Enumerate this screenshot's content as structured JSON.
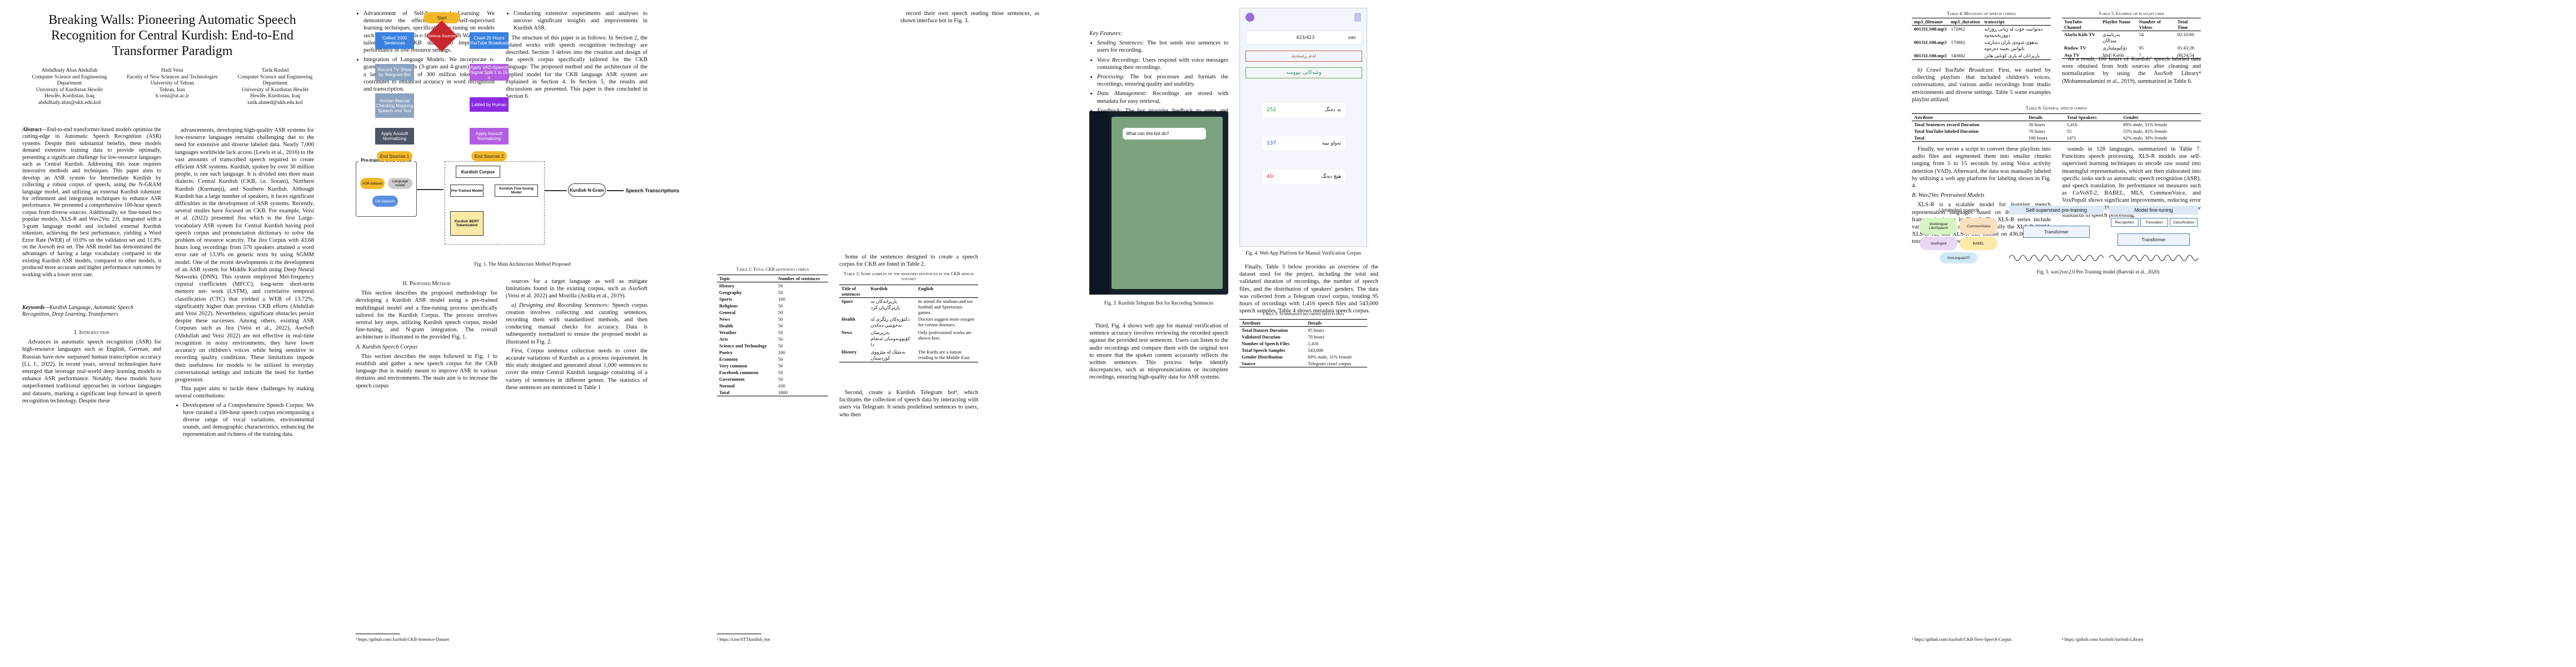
{
  "p1": {
    "title": "Breaking Walls: Pioneering Automatic Speech Recognition for Central Kurdish: End-to-End Transformer Paradigm",
    "authors": [
      {
        "name": "Abdulhady Abas Abdullah",
        "dept": "Computer Science and Engineering Department",
        "org": "University of Kurdistan Hewlêr",
        "city": "Hewlêr, Kurdistan, Iraq",
        "email": "abdulhady.abas@ukh.edu.krd"
      },
      {
        "name": "Hadi Veisi",
        "dept": "Faculty of New Sciences and Technologies",
        "org": "University of Tehran",
        "city": "Tehran, Iran",
        "email": "h.veisi@ut.ac.ir"
      },
      {
        "name": "Tarik Rashid",
        "dept": "Computer Science and Engineering Department",
        "org": "University of Kurdistan Hewlêr",
        "city": "Hewlêr, Kurdistan, Iraq",
        "email": "tarik.ahmed@ukh.edu.krd"
      }
    ],
    "abstract_label": "Abstract",
    "abstract": "—End-to-end transformer-based models optimize the cutting-edge in Automatic Speech Recognition (ASR) systems. Despite their substantial benefits, these models demand extensive training data to provide optimally, presenting a significant challenge for low-resource languages such as Central Kurdish. Addressing this issue requires innovative methods and techniques. This paper aims to develop an ASR system for Intermediate Kurdish by collecting a robust corpus of speech, using the N-GRAM language model, and utilizing an external Kurdish tokenizer for refinement and integration techniques to enhance ASR performance. We presented a comprehensive 100-hour speech corpus from diverse sources. Additionally, we fine-tuned two popular models, XLS-R and Wav2Vec 2.0, integrated with a 3-gram language model and included external Kurdish tokenizer, achieving the best performance, yielding a Word Error Rate (WER) of 10.0% on the validation set and 11.8% on the Asosoft test set. The ASR model has demonstrated the advantages of having a large vocabulary compared to the existing Kurdish ASR models, compared to other models, it produced more accurate and higher performance outcomes by working with a lower error rate.",
    "kw_label": "Keywords",
    "keywords": "—Kurdish Language, Automatic Speech Recognition, Deep Learning, Transformers",
    "intro_head": "I.   Introduction",
    "intro": "Advances in automatic speech recognition (ASR) for high-resource languages such as English, German, and Russian have now surpassed human transcription accuracy (Li, J., 2022). In recent years, several technologies have emerged that leverage real-world deep learning models to enhance ASR performance. Notably, these models have outperformed traditional approaches in various languages and datasets, marking a significant leap forward in speech recognition technology. Despite these",
    "col2_p1": "advancements, developing high-quality ASR systems for low-resource languages remains challenging due to the need for extensive and diverse labeled data. Nearly 7,000 languages worldwide lack access (Lewis et al., 2016) to the vast amounts of transcribed speech required to create efficient ASR systems. Kurdish, spoken by over 30 million people, is one such language. It is divided into three main dialects: Central Kurdish (CKB, i.e. Sorani), Northern Kurdish (Kurmanji), and Southern Kurdish. Although Kurdish has a large number of speakers, it faces significant difficulties in the development of ASR systems. Recently, several studies have focused on CKB. For example, Veisi et al. (2022) presented Jira which is the first Large-vocabulary ASR system for Central Kurdish having pool speech corpus and pronunciation dictionary to solve the problem of resource scarcity. The Jira Corpus with 43.68 hours long recordings from 576 speakers attained a word error rate of 13.9% on generic texts by using SGMM model. One of the recent developments is the development of an ASR system for Middle Kurdish using Deep Neural Networks (DNN). This system employed Mel-frequency cepstral coefficients (MFCC), long-term short-term memory net- work (LSTM), and correlative temporal classification (CTC) that yielded a WER of 13.72%, significantly higher than previous CKB efforts (Abdullah and Veisi 2022). Nevertheless, significant obstacles persist despite these successes. Among others, existing ASR Corpuses such as Jira (Veisi et al., 2022), AsoSoft (Abdullah and Veisi 2022) are not effective in real-time recognition in noisy environments; they have lower accuracy on children's voices while being sensitive to recording quality conditions. These limitations impede their usefulness for models to be utilized in everyday conversational settings and indicate the need for further progression.",
    "col2_p2": "This paper aims to tackle these challenges by making several contributions:",
    "col2_b1": "Development of a Comprehensive Speech Corpus: We have curated a 100-hour speech corpus encompassing a diverse range of vocal variations, environmental sounds, and demographic characteristics, enhancing the representation and richness of the training data."
  },
  "p2": {
    "b2": "Advancement of Self-Supervised Learning: We demonstrate the effectiveness of self-supervised learning techniques, specifically fine-tuning on models such as xls-r-300m, xls-r-1b, and xls-r-2b Wav2vec 2.0, tailored to the CKB dialect to improve ASR performance in low-resource settings.",
    "b3": "Integration of Language Models: We incorporate n-gram language models (3-gram and 4-gram) trained on a large text corpus of 300 million tokens, which contributes to enhanced accuracy in word recognition and transcription.",
    "b4": "Conducting extensive experiments and analyses to uncover significant insights and improvements in Kurdish ASR.",
    "structure": "The structure of this paper is as follows: In Section 2, the related works with speech recognition technology are described. Section 3 delves into the creation and design of the speech corpus specifically tailored for the CKB language. The proposed method and the architecture of the applied model for the CKB language ASR system are explained in Section 4. In Section 5, the results and discussions are presented. This paper is then concluded in Section 6.",
    "fig1_cap": "Fig. 1.  The Main Architecture Method Proposed",
    "fig1": {
      "sources": "Pre-trained Data Source",
      "src_a": "ASR dataset",
      "src_b": "Language model",
      "src_c": "LM datasets",
      "corpus": "Kurdish Corpus",
      "pre": "Pre-Trained Model",
      "tok": "Kurdish BERT Tokenization",
      "fine": "Kurdish Fine-tuning Model",
      "ngram": "Kurdish N-Gram",
      "out": "Speech Transcriptions"
    },
    "fig2_cap": "Fig. 2. Workflow for Speech Corpus Development and Normalization",
    "fig2": {
      "start": "Start",
      "various": "Various Sources",
      "collect": "Collect 1000 Sentences",
      "record": "Record TV Show by Telegram Bot",
      "human": "Human Manual Checking Mapping Speech and Text",
      "apply1": "Apply Asosoft Normalizing",
      "end1": "End Sources 1",
      "crawl": "Crawl 20 Hours YouTube Broadcast",
      "vad": "Apply VAD-Speech Signal Split 1 to 15 s",
      "label": "Labled by Human",
      "apply2": "Apply Asosoft Normalizing",
      "end2": "End Sources 2"
    },
    "method_head": "II.   Proposed Method",
    "method": "This section describes the proposed methodology for developing a Kurdish ASR model using a pre-trained multilingual model and a fine-tuning process specifically tailored for the Kurdish Corpus. The process involves several key steps, utilizing Kurdish speech corpus, model fine-tuning, and N-gram integration. The overall architecture is illustrated in the provided Fig. 1.",
    "subA": "A.  Kurdish Speech Corpus",
    "corpus": "This section describes the steps followed in Fig. 1 to establish and gather a new speech corpus for the CKB language that is mainly meant to improve ASR in various domains and environments. The main aim is to increase the speech corpus",
    "col3": "sources for a target language as well as mitigate limitations found in the existing corpus, such as AsoSoft (Veisi et al. 2022) and Mozilla (Ardila et al., 2019).",
    "subA1": "a)  Designing and Recording Sentences:",
    "design": "Speech corpus creation involves collecting and curating sentences, recording them with standardized methods, and then conducting manual checks for accuracy. Data is subsequently normalized to ensure the proposed model as illustrated in Fig. 2.",
    "first": "First, Corpus sentence collection needs to cover the accurate variations of Kurdish as a process requirement. In this study designed and generated about 1,000 sentences to cover the entire Central Kurdish language consisting of a variety of sentences in different genres. The statistics of these sentences are mentioned in Table 1",
    "foot1": "¹ https://github.com/AsoSoft/CKB-Sentence-Dataset",
    "t1_cap": "Table 1: Total CKB sentences corpus",
    "t1_head": [
      "Topic",
      "Number of sentences"
    ],
    "t1_rows": [
      [
        "History",
        "50"
      ],
      [
        "Geography",
        "50"
      ],
      [
        "Sports",
        "100"
      ],
      [
        "Religious",
        "50"
      ],
      [
        "General",
        "50"
      ],
      [
        "News",
        "50"
      ],
      [
        "Health",
        "50"
      ],
      [
        "Weather",
        "50"
      ],
      [
        "Arts",
        "50"
      ],
      [
        "Science and Technology",
        "50"
      ],
      [
        "Poetry",
        "100"
      ],
      [
        "Economy",
        "50"
      ],
      [
        "Very common",
        "50"
      ],
      [
        "Facebook comment",
        "50"
      ],
      [
        "Government",
        "50"
      ],
      [
        "Normal",
        "100"
      ]
    ],
    "t1_total": [
      "Total",
      "1000"
    ],
    "t2_intro": "Some of the sentences designed to create a speech corpus for CKB are listed in Table 2.",
    "t2_cap": "Table 2: Some samples of the designed sentences in the CKB speech dataset",
    "t2_head": [
      "Title of sentences",
      "Kurdish",
      "English"
    ],
    "t2_rows": [
      [
        "Sport",
        "یاریزانەکان بە پارێزگاریان کرد",
        "In attend the stadium and see football and Sportsman games."
      ],
      [
        "Health",
        "دکتۆرەکان رێگری لە نەخۆشی دەکەن",
        "Doctors suggest more oxygen for corona diseases."
      ],
      [
        "News",
        "بەرپرسان کۆبوونەوەیان ئەنجام دا",
        "Only professional works are shown here."
      ],
      [
        "History",
        "بەشێک لە مێژووی کوردستان",
        "The Kurds are a nation residing in the Middle East."
      ]
    ],
    "second": "Second, create a Kurdish Telegram bot², which facilitates the collection of speech data by interacting with users via Telegram. It sends predefined sentences to users, who then",
    "foot2": "² https://t.me/STTkurdish_bot"
  },
  "p3": {
    "top": "record their own speech reading those sentences, as shown interface bot in Fig. 3.",
    "kf_head": "Key Features:",
    "kf": [
      {
        "label": "Sending Sentences:",
        "text": " The bot sends text sentences to users for recording."
      },
      {
        "label": "Voice Recordings:",
        "text": " Users respond with voice messages containing their recordings."
      },
      {
        "label": "Processing:",
        "text": " The bot processes and formats the recordings, ensuring quality and usability."
      },
      {
        "label": "Data Management:",
        "text": " Recordings are stored with metadata for easy retrieval."
      },
      {
        "label": "Feedback:",
        "text": " The bot provides feedback to users and sends reminders to encourage completion."
      }
    ],
    "fig3_cap": "Fig. 3. Kurdish Telegram Bot for Recording Sentences",
    "tg_msg": "What can this bot do?",
    "third": "Third, Fig. 4 shows web app for manual verification of sentence accuracy involves reviewing the recorded speech against the provided text sentences. Users can listen to the audio recordings and compare them with the original text to ensure that the spoken content accurately reflects the written sentences. This process helps identify discrepancies, such as mispronunciations or incomplete recordings, ensuring high-quality data for ASR systems.",
    "fig4_cap": "Fig. 4. Web App Platform for Manual Verification Corpus",
    "web": {
      "counter": "423/423",
      "pager": "van",
      "word1": "ئەم ڕستەیە",
      "word2": "وشەکانی بنووسە",
      "s1n": "252",
      "s1l": "بە دەنگ",
      "s2n": "137",
      "s2l": "تەواو نییە",
      "s3n": "40",
      "s3l": "هیچ دەنگ"
    },
    "finally3": "Finally, Table 3 below provides an overview of the dataset used for the project, including the total and validated duration of recordings, the number of speech files, and the distribution of speakers' genders. The data was collected from a Telegram crawl corpus, totaling 95 hours of recordings with 1,416 speech files and 543,000 speech samples. Table 4 shows metadata speech corpus.",
    "t3_cap": "Table 3: Summerised recorded speech data",
    "t3_head": [
      "Attribute",
      "Details"
    ],
    "t3_rows": [
      [
        "Total Dataset Duration",
        "95 hours"
      ],
      [
        "Validated Duration",
        "70 hours"
      ],
      [
        "Number of Speech Files",
        "1,416"
      ],
      [
        "Total Speech Samples",
        "543,000"
      ],
      [
        "Gender Distribution",
        "69% male, 31% female"
      ],
      [
        "Source",
        "Telegram crawl corpus"
      ]
    ]
  },
  "p4": {
    "t4_cap": "Table 4: Metadata of speech corpus",
    "t4_head": [
      "mp3_filename",
      "mp3_duration",
      "transcript"
    ],
    "t4_rows": [
      [
        "00131LS00.mp3",
        "172862",
        "دەتوانیت خۆت لە ژیانی ڕۆژانە دووربخەیتەوە"
      ],
      [
        "00131LS00.mp3",
        "170882",
        "بەهۆی ئەوەی باران دەبارێت ناتوانین بچینە دەرەوە"
      ],
      [
        "00131LS00.mp3",
        "140882",
        "یاریزانان لە یاری کۆتایی هاتن"
      ]
    ],
    "b_head": "b)  Crawl YouTube Broadcast:",
    "b_text": " First, we started by collecting playlists that included children's voices, conversations, and various audio recordings from studio environments and diverse settings. Table 5 some examples playlist utilized.",
    "t5_cap": "Table 5: Example of playlist used",
    "t5_head": [
      "YouTube Channel",
      "Playlist Name",
      "Number of Videos",
      "Total Time"
    ],
    "t5_rows": [
      [
        "Alarla Kids TV",
        "بەرنامەی منداڵان",
        "54",
        "02:10:00"
      ],
      [
        "Rudaw TV",
        "دۆکیومێنتاری",
        "95",
        "05:43:28"
      ],
      [
        "Ava TV",
        "Mall Karda",
        "7",
        "08:24:54"
      ]
    ],
    "t5_after": "As a result, 100 hours of Kurdish³ speech labeled data were obtained from both sources after cleaning and normalization by using the AsoSoft Library⁴ (Mohammadamini et al., 2019), summarized in Table 6.",
    "t6_cap": "Table 6: General speech corpus",
    "t6_head": [
      "Attribute",
      "Details",
      "Total Speakers",
      "Gender"
    ],
    "t6_rows": [
      [
        "Total Sentences record Duration",
        "30 hours",
        "1,416",
        "89% male, 31% female"
      ],
      [
        "Total YouTube labeled Duration",
        "70 hours",
        "55",
        "55% male, 45% female"
      ],
      [
        "Total",
        "100 hours",
        "1471",
        "62% male, 38% female"
      ]
    ],
    "final": "Finally, we wrote a script to convert these playlists into audio files and segmented them into smaller chunks ranging from 5 to 15 seconds by using Voice activity detection (VAD). Afterward, the data was manually labeled by utilizing a web app platform for labeling shown in Fig. 4.",
    "subB": "B.  Wav2Vec Pretrained Models",
    "xlsr": "XLS-R is a scalable model for learning speech representation languages based on the Wav2Vec 2.0 framework shown in Fig. 6. The XLS-R series include variable parameter models, specifically the XLS-R 300M, XLS-R 1B, and XLS-R 2B, trained on 436,000 hours of totally available speech",
    "right": "sounds in 128 languages, summarized in Table 7. Functions speech processing. XLS-R models use self-supervised learning techniques to encode raw sound into meaningful representations, which are then elaborated into specific tasks such as automatic speech recognition (ASR), and speech translation. Its performance on measures such as CoVoST-2, BABEL, MLS, CommonVoice, and VoxPopuli shows significant improvements, reducing error rates by 20% to 33% compared to average and setting new standards in speech processing.",
    "fig5": {
      "unlabeled": "Unlabeled speech",
      "ssl": "Self-supervised pre-training",
      "ft": "Model fine-tuning",
      "mling": "Multilingual LibriSpeech",
      "cv": "CommonVoice",
      "vox": "VoxPopuli",
      "babel": "BABEL",
      "vox2": "VoxLingua107",
      "transformer": "Transformer",
      "recog": "Recognition",
      "trans": "Translation",
      "class": "Classification"
    },
    "fig5_cap": "Fig. 5.  wav2vec2.0 Pre-Training model (Baevski et al., 2020)",
    "foot3": "³ https://github.com/AsoSoft/CKB-New-Speech-Corpus",
    "foot4": "⁴ https://github.com/AsoSoft/AsoSoft-Library"
  }
}
